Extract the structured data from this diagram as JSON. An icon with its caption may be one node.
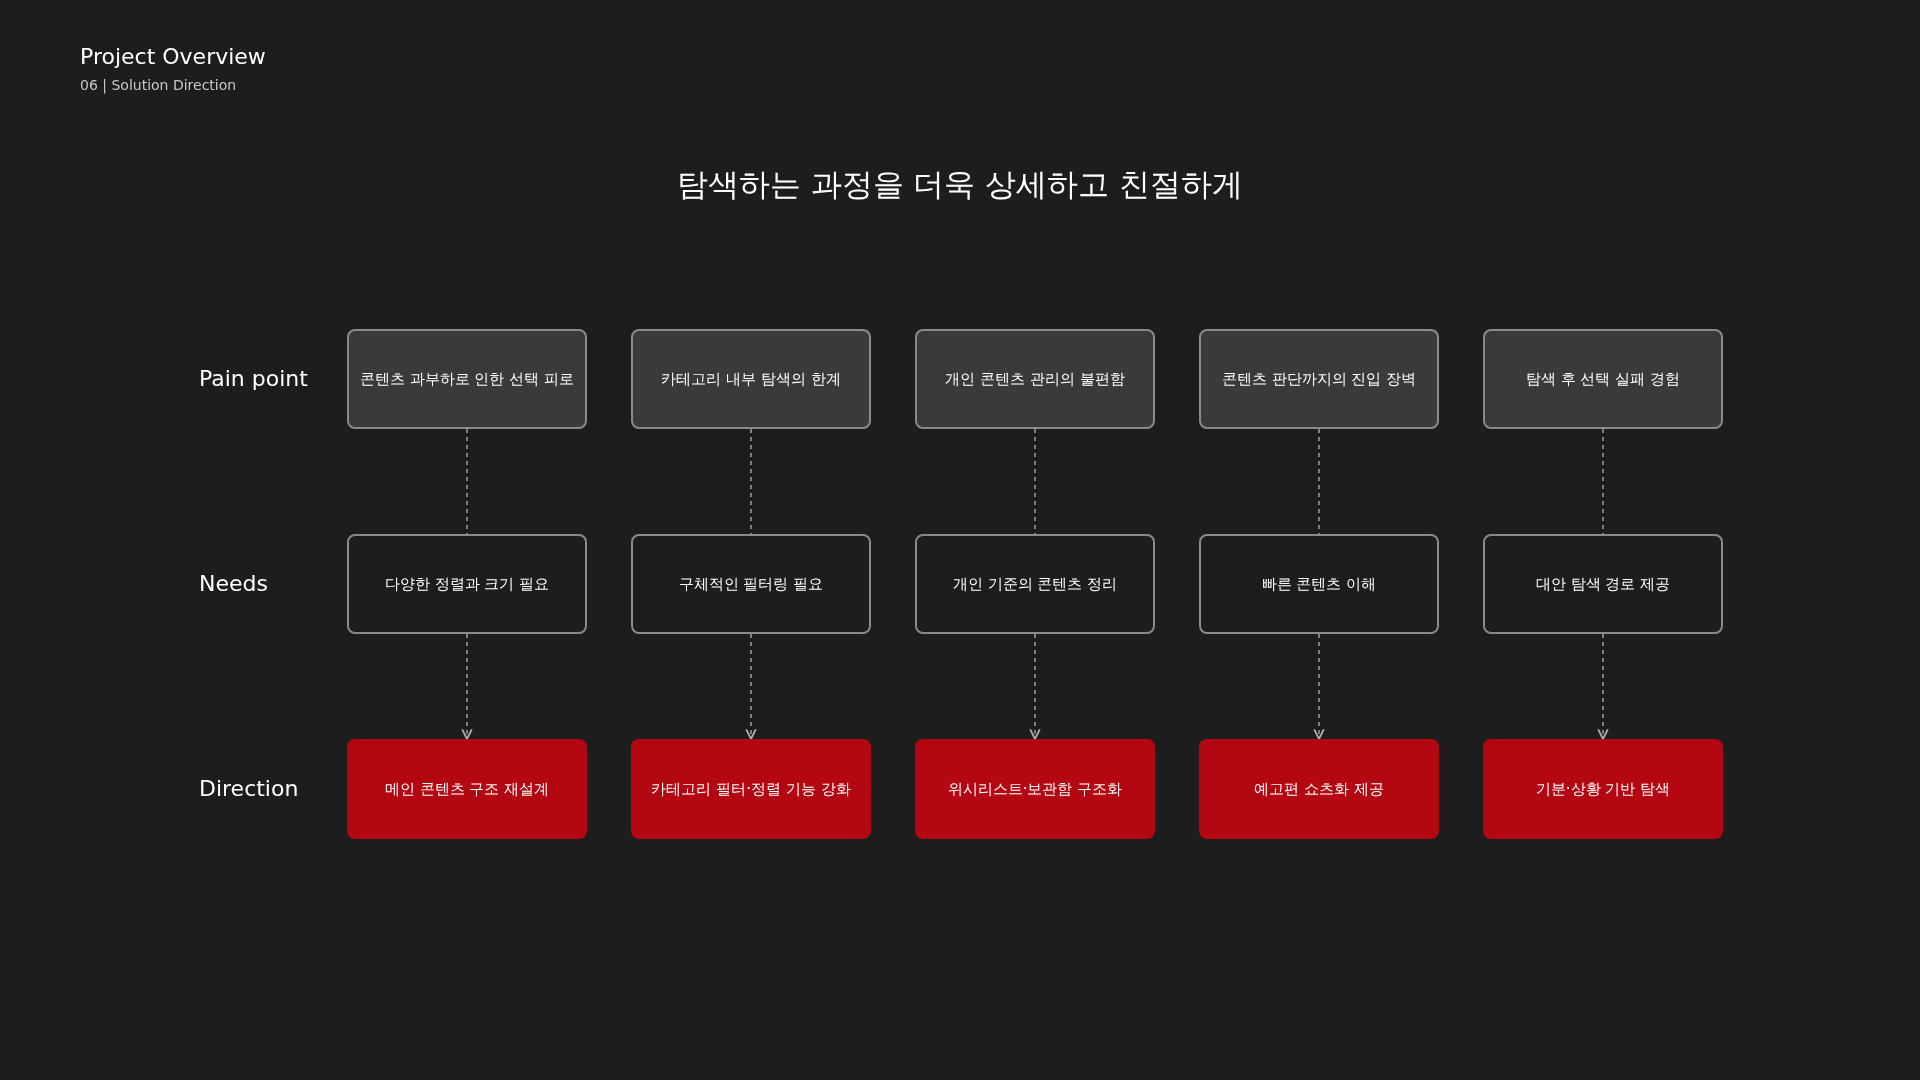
{
  "diagram": {
    "title": "탐색하는 과정을 더욱 상세하고 친절하게",
    "nodes": [
      {
        "text": [
          "콘텐츠 과부하로 인한 선택 피로"
        ]
      },
      {
        "text": [
          "카테고리 내부 탐색의 한계"
        ]
      },
      {
        "text": [
          "개인 콘텐츠 관리의 불편함"
        ]
      },
      {
        "text": [
          "콘텐츠 판단까지의 진입 장벽"
        ]
      },
      {
        "text": [
          "탐색 후 선택 실패 경험"
        ]
      },
      {
        "text": [
          "다양한 정렬과 크기 필요"
        ]
      },
      {
        "text": [
          "구체적인 필터링 필요"
        ]
      },
      {
        "text": [
          "개인 기준의 콘텐츠 정리"
        ]
      },
      {
        "text": [
          "빠른 콘텐츠 이해"
        ]
      },
      {
        "text": [
          "대안 탐색 경로 제공"
        ]
      },
      {
        "text": [
          "메인 콘텐츠 구조 재설계"
        ]
      },
      {
        "text": [
          "카테고리 필터·정렬 기능 강화"
        ]
      },
      {
        "text": [
          "위시리스트·보관함 구조화"
        ]
      },
      {
        "text": [
          "예고편 쇼츠화 제공"
        ]
      },
      {
        "text": [
          "기분·상황 기반 탐색"
        ]
      }
    ],
    "edges": [
      {
        "from": 0,
        "to": 5,
        "arrow": "none",
        "style": "dashed"
      },
      {
        "from": 1,
        "to": 6,
        "arrow": "none",
        "style": "dashed"
      },
      {
        "from": 2,
        "to": 7,
        "arrow": "none",
        "style": "dashed"
      },
      {
        "from": 3,
        "to": 8,
        "arrow": "none",
        "style": "dashed"
      },
      {
        "from": 4,
        "to": 9,
        "arrow": "none",
        "style": "dashed"
      },
      {
        "from": 5,
        "to": 10,
        "arrow": "to",
        "style": "dashed"
      },
      {
        "from": 6,
        "to": 11,
        "arrow": "to",
        "style": "dashed"
      },
      {
        "from": 7,
        "to": 12,
        "arrow": "to",
        "style": "dashed"
      },
      {
        "from": 8,
        "to": 13,
        "arrow": "to",
        "style": "dashed"
      },
      {
        "from": 9,
        "to": 14,
        "arrow": "to",
        "style": "dashed"
      }
    ],
    "labels": [
      "Project Overview",
      "06 | Solution Direction",
      "Pain point",
      "Needs",
      "Direction"
    ]
  }
}
